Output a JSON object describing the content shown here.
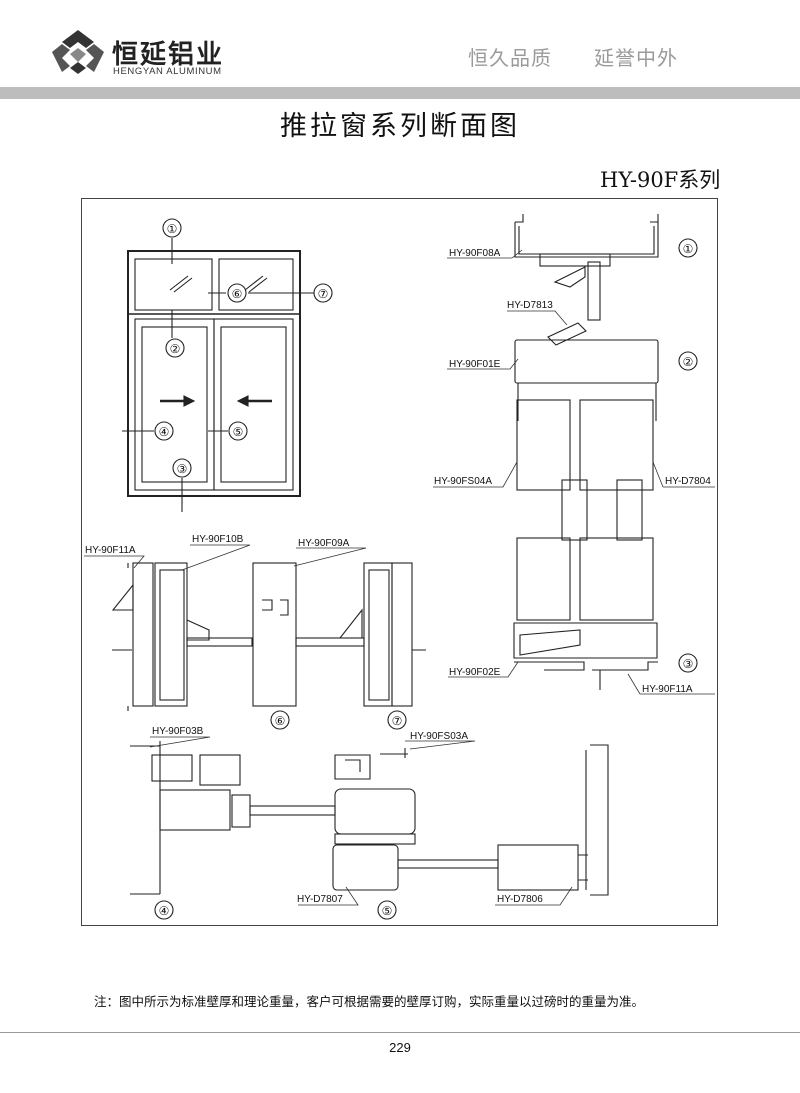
{
  "header": {
    "brand_cn": "恒延铝业",
    "brand_en": "HENGYAN ALUMINUM",
    "slogan_1": "恒久品质",
    "slogan_2": "延誉中外",
    "logo_icon": "hy-logo-icon"
  },
  "title": "推拉窗系列断面图",
  "series": "HY-90F系列",
  "window": {
    "markers": [
      "①",
      "②",
      "③",
      "④",
      "⑤",
      "⑥",
      "⑦"
    ]
  },
  "profiles": {
    "top_right": [
      "HY-90F08A",
      "HY-D7813",
      "HY-90F01E",
      "HY-90FS04A",
      "HY-D7804",
      "HY-90F02E",
      "HY-90F11A"
    ],
    "middle": [
      "HY-90F11A",
      "HY-90F10B",
      "HY-90F09A"
    ],
    "bottom": [
      "HY-90F03B",
      "HY-90FS03A",
      "HY-D7807",
      "HY-D7806"
    ]
  },
  "note": "注：图中所示为标准壁厚和理论重量，客户可根据需要的壁厚订购，实际重量以过磅时的重量为准。",
  "page_number": "229",
  "colors": {
    "bar": "#bdbdbd",
    "line": "#222222",
    "slogan": "#9a9a9a"
  }
}
